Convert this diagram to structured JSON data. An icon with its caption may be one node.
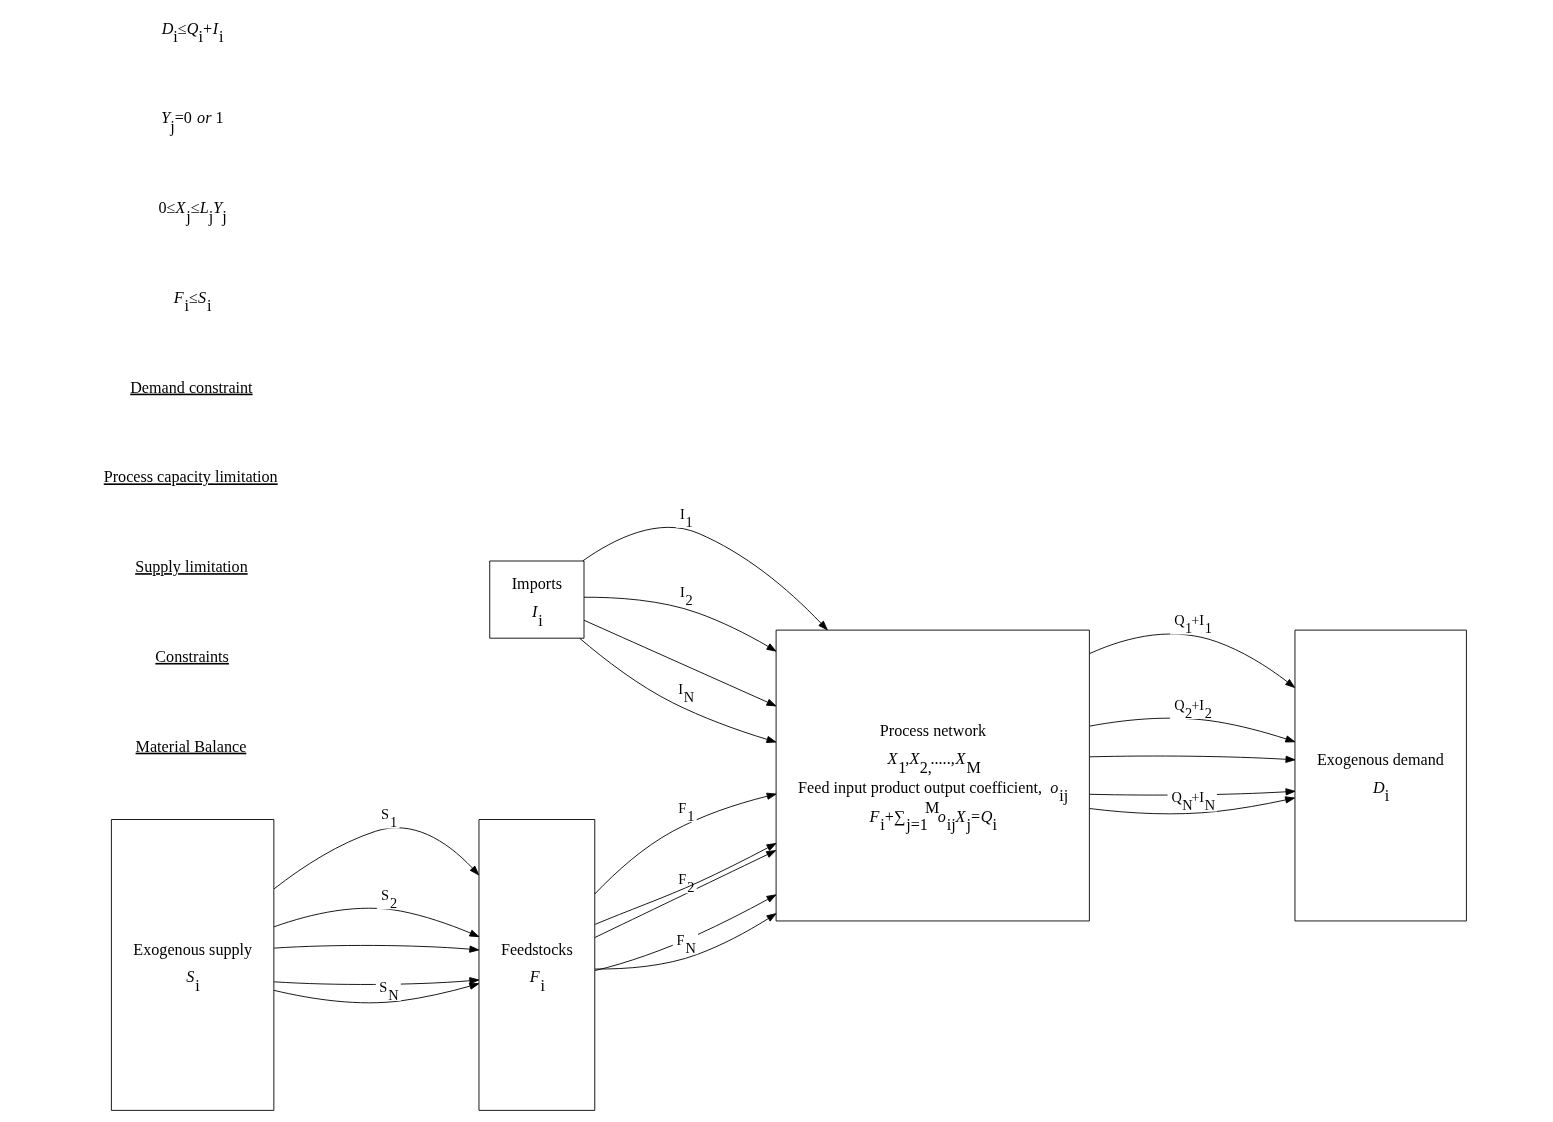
{
  "diagram": {
    "nodes": [
      {
        "text": [
          "Imports",
          "*I*$_{i}$"
        ]
      },
      {
        "text": [
          "Exogenous supply",
          "*S*$_{i}$"
        ]
      },
      {
        "text": [
          "Feedstocks",
          "*F*$_{i}$"
        ]
      },
      {
        "text": [
          "Process network",
          "*X*$_{1}$*,X*$_{2,}$.....,*X*$_{M}$",
          "Feed input product output coefficient, *o*$_{ij}$",
          "*F*$_{i}$+∑$_{j=1}$$^{M}$*o*$_{ij}$*X*$_{j}$=*Q*$_{i}$"
        ]
      },
      {
        "text": [
          "Exogenous demand",
          "*D*$_{i}$"
        ]
      }
    ],
    "edges": [
      {
        "from": 0,
        "to": 3,
        "arrow": "to",
        "label": "I$_{1}$"
      },
      {
        "from": 0,
        "to": 3,
        "arrow": "to",
        "label": "I$_{2}$"
      },
      {
        "from": 0,
        "to": 3,
        "arrow": "to"
      },
      {
        "from": 0,
        "to": 3,
        "arrow": "to",
        "label": "I$_{N}$"
      },
      {
        "from": 1,
        "to": 2,
        "arrow": "to",
        "label": "S$_{1}$"
      },
      {
        "from": 1,
        "to": 2,
        "arrow": "to",
        "label": "S$_{2}$"
      },
      {
        "from": 1,
        "to": 2,
        "arrow": "to"
      },
      {
        "from": 1,
        "to": 2,
        "arrow": "to"
      },
      {
        "from": 1,
        "to": 2,
        "arrow": "to",
        "label": "S$_{N}$"
      },
      {
        "from": 2,
        "to": 3,
        "arrow": "to",
        "label": "F$_{1}$"
      },
      {
        "from": 2,
        "to": 3,
        "arrow": "to",
        "label": "F$_{2}$"
      },
      {
        "from": 2,
        "to": 3,
        "arrow": "to"
      },
      {
        "from": 2,
        "to": 3,
        "arrow": "to"
      },
      {
        "from": 2,
        "to": 3,
        "arrow": "to",
        "label": "F$_{N}$"
      },
      {
        "from": 3,
        "to": 4,
        "arrow": "to",
        "label": "Q$_{1}$+I$_{1}$"
      },
      {
        "from": 3,
        "to": 4,
        "arrow": "to",
        "label": "Q$_{2}$+I$_{2}$"
      },
      {
        "from": 3,
        "to": 4,
        "arrow": "to"
      },
      {
        "from": 3,
        "to": 4,
        "arrow": "to"
      },
      {
        "from": 3,
        "to": 4,
        "arrow": "to",
        "label": "Q$_{N}$+I$_{N}$"
      }
    ],
    "labels": [
      "Material Balance",
      "Constraints",
      "Supply limitation",
      "Process capacity limitation",
      "Demand constraint",
      "*F*$_{i}$≤*S*$_{i}$",
      "0≤*X*$_{j}$≤*L*$_{j}$*Y*$_{j}$",
      "*Y*$_{j}$=0 *or* 1",
      "*D*$_{i}$≤*Q*$_{i}$+*I*$_{i}$"
    ]
  }
}
